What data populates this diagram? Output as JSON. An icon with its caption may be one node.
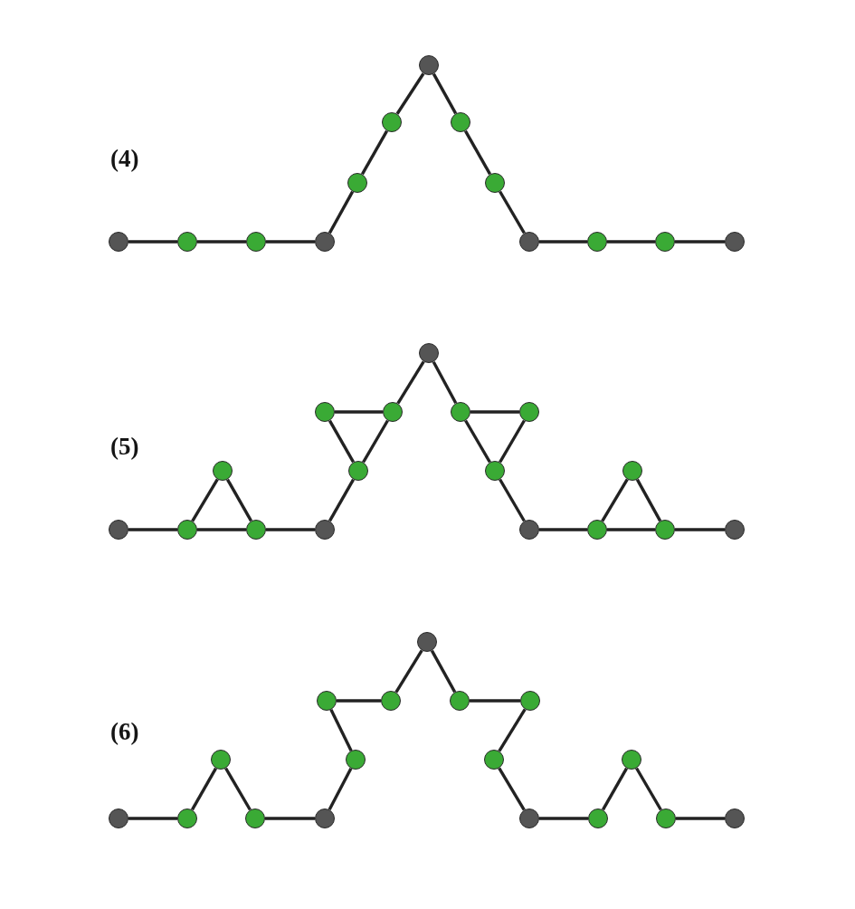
{
  "diagram": {
    "nodes": [
      {
        "text": [],
        "shape": "circle"
      },
      {
        "text": [],
        "shape": "circle"
      },
      {
        "text": [],
        "shape": "circle"
      },
      {
        "text": [],
        "shape": "circle"
      },
      {
        "text": [],
        "shape": "circle"
      },
      {
        "text": [],
        "shape": "circle"
      },
      {
        "text": [],
        "shape": "circle"
      },
      {
        "text": [],
        "shape": "circle"
      },
      {
        "text": [],
        "shape": "circle"
      },
      {
        "text": [],
        "shape": "circle"
      },
      {
        "text": [],
        "shape": "circle"
      },
      {
        "text": [],
        "shape": "circle"
      },
      {
        "text": [],
        "shape": "circle"
      },
      {
        "text": [],
        "shape": "circle"
      },
      {
        "text": [],
        "shape": "circle"
      },
      {
        "text": [],
        "shape": "circle"
      },
      {
        "text": [],
        "shape": "circle"
      },
      {
        "text": [],
        "shape": "circle"
      },
      {
        "text": [],
        "shape": "circle"
      },
      {
        "text": [],
        "shape": "circle"
      },
      {
        "text": [],
        "shape": "circle"
      },
      {
        "text": [],
        "shape": "circle"
      },
      {
        "text": [],
        "shape": "circle"
      },
      {
        "text": [],
        "shape": "circle"
      },
      {
        "text": [],
        "shape": "circle"
      },
      {
        "text": [],
        "shape": "circle"
      },
      {
        "text": [],
        "shape": "circle"
      },
      {
        "text": [],
        "shape": "circle"
      },
      {
        "text": [],
        "shape": "circle"
      },
      {
        "text": [],
        "shape": "circle"
      },
      {
        "text": [],
        "shape": "circle"
      },
      {
        "text": [],
        "shape": "circle"
      },
      {
        "text": [],
        "shape": "circle"
      },
      {
        "text": [],
        "shape": "circle"
      },
      {
        "text": [],
        "shape": "circle"
      },
      {
        "text": [],
        "shape": "circle"
      },
      {
        "text": [],
        "shape": "circle"
      },
      {
        "text": [],
        "shape": "circle"
      },
      {
        "text": [],
        "shape": "circle"
      },
      {
        "text": [],
        "shape": "circle"
      },
      {
        "text": [],
        "shape": "circle"
      },
      {
        "text": [],
        "shape": "circle"
      },
      {
        "text": [],
        "shape": "circle"
      },
      {
        "text": [],
        "shape": "circle"
      },
      {
        "text": [],
        "shape": "circle"
      },
      {
        "text": [],
        "shape": "circle"
      },
      {
        "text": [],
        "shape": "circle"
      }
    ],
    "edges": [
      {
        "from": 0,
        "to": 1,
        "arrow": "none"
      },
      {
        "from": 1,
        "to": 2,
        "arrow": "none"
      },
      {
        "from": 2,
        "to": 3,
        "arrow": "none"
      },
      {
        "from": 3,
        "to": 4,
        "arrow": "none"
      },
      {
        "from": 4,
        "to": 5,
        "arrow": "none"
      },
      {
        "from": 5,
        "to": 6,
        "arrow": "none"
      },
      {
        "from": 6,
        "to": 7,
        "arrow": "none"
      },
      {
        "from": 7,
        "to": 8,
        "arrow": "none"
      },
      {
        "from": 8,
        "to": 9,
        "arrow": "none"
      },
      {
        "from": 9,
        "to": 10,
        "arrow": "none"
      },
      {
        "from": 10,
        "to": 11,
        "arrow": "none"
      },
      {
        "from": 11,
        "to": 12,
        "arrow": "none"
      },
      {
        "from": 13,
        "to": 14,
        "arrow": "none"
      },
      {
        "from": 14,
        "to": 15,
        "arrow": "none"
      },
      {
        "from": 15,
        "to": 16,
        "arrow": "none"
      },
      {
        "from": 14,
        "to": 16,
        "arrow": "none"
      },
      {
        "from": 16,
        "to": 18,
        "arrow": "none"
      },
      {
        "from": 18,
        "to": 19,
        "arrow": "none"
      },
      {
        "from": 19,
        "to": 17,
        "arrow": "none"
      },
      {
        "from": 17,
        "to": 20,
        "arrow": "none"
      },
      {
        "from": 19,
        "to": 20,
        "arrow": "none"
      },
      {
        "from": 20,
        "to": 21,
        "arrow": "none"
      },
      {
        "from": 21,
        "to": 22,
        "arrow": "none"
      },
      {
        "from": 22,
        "to": 24,
        "arrow": "none"
      },
      {
        "from": 24,
        "to": 23,
        "arrow": "none"
      },
      {
        "from": 22,
        "to": 23,
        "arrow": "none"
      },
      {
        "from": 23,
        "to": 25,
        "arrow": "none"
      },
      {
        "from": 25,
        "to": 26,
        "arrow": "none"
      },
      {
        "from": 26,
        "to": 27,
        "arrow": "none"
      },
      {
        "from": 27,
        "to": 28,
        "arrow": "none"
      },
      {
        "from": 26,
        "to": 28,
        "arrow": "none"
      },
      {
        "from": 28,
        "to": 29,
        "arrow": "none"
      },
      {
        "from": 30,
        "to": 31,
        "arrow": "none"
      },
      {
        "from": 31,
        "to": 32,
        "arrow": "none"
      },
      {
        "from": 32,
        "to": 33,
        "arrow": "none"
      },
      {
        "from": 33,
        "to": 34,
        "arrow": "none"
      },
      {
        "from": 34,
        "to": 36,
        "arrow": "none"
      },
      {
        "from": 36,
        "to": 35,
        "arrow": "none"
      },
      {
        "from": 35,
        "to": 37,
        "arrow": "none"
      },
      {
        "from": 37,
        "to": 38,
        "arrow": "none"
      },
      {
        "from": 38,
        "to": 39,
        "arrow": "none"
      },
      {
        "from": 39,
        "to": 42,
        "arrow": "none"
      },
      {
        "from": 42,
        "to": 40,
        "arrow": "none"
      },
      {
        "from": 40,
        "to": 41,
        "arrow": "none"
      },
      {
        "from": 41,
        "to": 43,
        "arrow": "none"
      },
      {
        "from": 43,
        "to": 44,
        "arrow": "none"
      },
      {
        "from": 44,
        "to": 45,
        "arrow": "none"
      },
      {
        "from": 45,
        "to": 46,
        "arrow": "none"
      }
    ],
    "labels": [
      "(4)",
      "(5)",
      "(6)"
    ]
  }
}
